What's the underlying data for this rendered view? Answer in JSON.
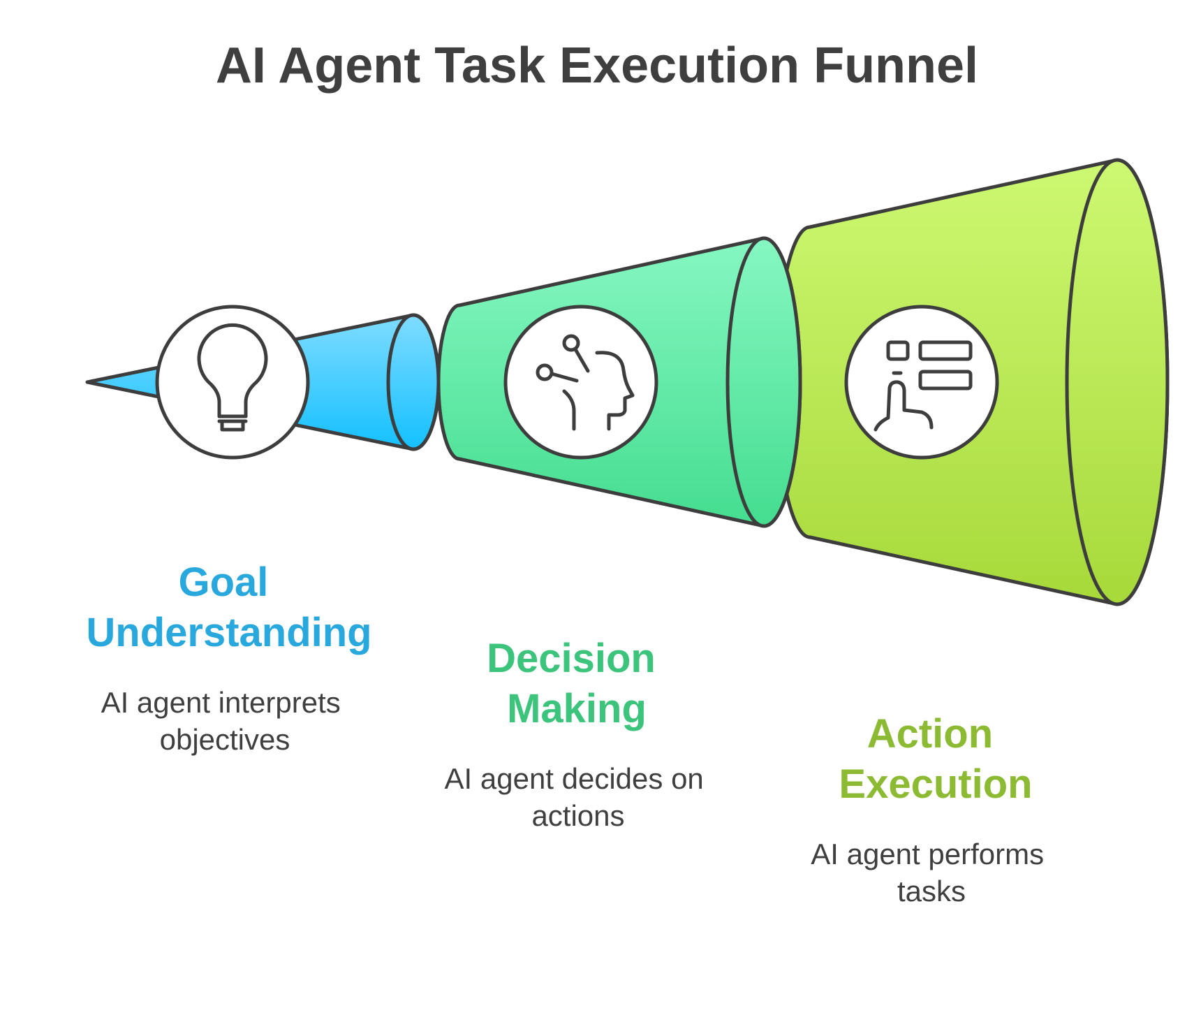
{
  "title": "AI Agent Task Execution Funnel",
  "colors": {
    "stage1": "#29a8dd",
    "stage2": "#3cc47c",
    "stage3": "#8cbb33",
    "outline": "#3d3d3d",
    "text": "#3f3f3f"
  },
  "stages": [
    {
      "title_lines": [
        "Goal",
        "Understanding"
      ],
      "description_lines": [
        "AI agent interprets",
        "objectives"
      ],
      "icon": "lightbulb-icon"
    },
    {
      "title_lines": [
        "Decision",
        "Making"
      ],
      "description_lines": [
        "AI agent decides on",
        "actions"
      ],
      "icon": "head-network-icon"
    },
    {
      "title_lines": [
        "Action",
        "Execution"
      ],
      "description_lines": [
        "AI agent performs",
        "tasks"
      ],
      "icon": "touch-interface-icon"
    }
  ]
}
